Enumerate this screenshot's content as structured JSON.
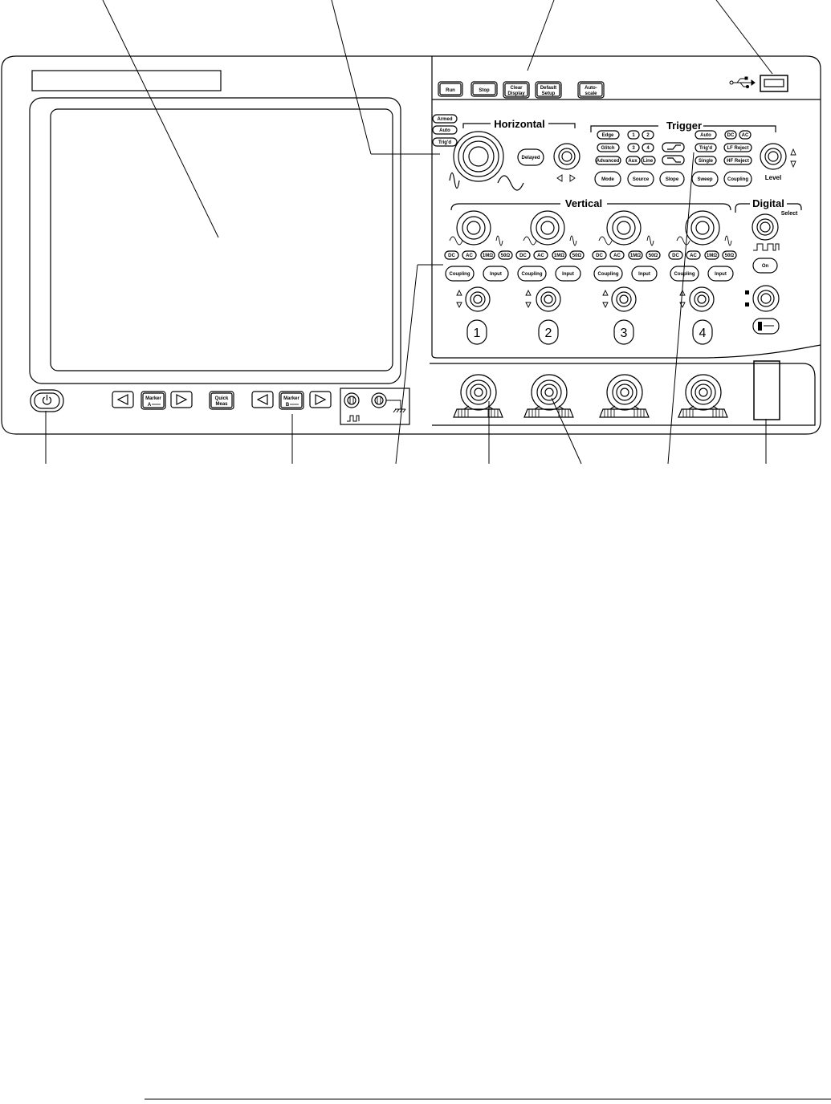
{
  "run_control": {
    "run": "Run",
    "stop": "Stop",
    "clear_display": [
      "Clear",
      "Display"
    ],
    "default_setup": [
      "Default",
      "Setup"
    ],
    "autoscale": [
      "Auto-",
      "scale"
    ]
  },
  "horizontal": {
    "title": "Horizontal",
    "status": [
      "Armed",
      "Auto",
      "Trig'd"
    ],
    "delayed": "Delayed"
  },
  "trigger": {
    "title": "Trigger",
    "type_buttons": [
      "Edge",
      "Glitch",
      "Advanced"
    ],
    "source_buttons": [
      "1",
      "2",
      "3",
      "4",
      "Aux",
      "Line"
    ],
    "sweep_status": [
      "Auto",
      "Trig'd",
      "Single"
    ],
    "coupling_status": [
      "DC",
      "AC",
      "LF Reject",
      "HF Reject"
    ],
    "bottom_buttons": [
      "Mode",
      "Source",
      "Slope",
      "Sweep",
      "Coupling"
    ],
    "level": "Level"
  },
  "vertical": {
    "title": "Vertical",
    "channel_labels": [
      "1",
      "2",
      "3",
      "4"
    ],
    "coupling_indicators": [
      "DC",
      "AC",
      "1MΩ",
      "50Ω"
    ],
    "coupling_button": "Coupling",
    "input_button": "Input"
  },
  "digital": {
    "title": "Digital",
    "select": "Select",
    "on_button": "On"
  },
  "front": {
    "marker_a": [
      "Marker",
      "A"
    ],
    "marker_b": [
      "Marker",
      "B"
    ],
    "quick_meas": [
      "Quick",
      "Meas"
    ]
  }
}
